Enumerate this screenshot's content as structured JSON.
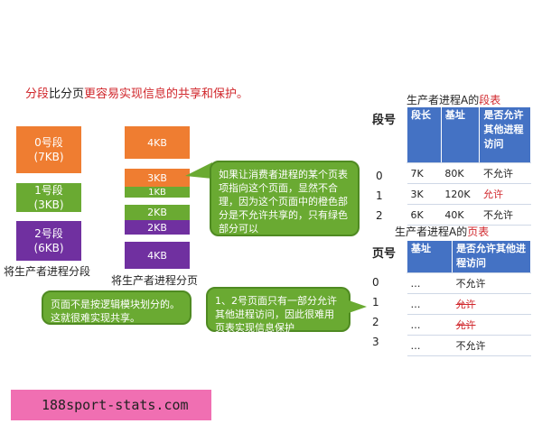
{
  "headline": {
    "part1": "分段",
    "part2": "比分页",
    "part3": "更容易实现信息的共享和保护。"
  },
  "segments": [
    {
      "name": "0号段",
      "size": "(7KB)",
      "color": "#ef7d31"
    },
    {
      "name": "1号段",
      "size": "(3KB)",
      "color": "#6aaa32"
    },
    {
      "name": "2号段",
      "size": "(6KB)",
      "color": "#7030a0"
    }
  ],
  "segments_caption": "将生产者进程分段",
  "pages": [
    {
      "label": "4KB",
      "color": "#ef7d31"
    },
    {
      "label": "3KB",
      "color": "#ef7d31"
    },
    {
      "label": "1KB",
      "color": "#6aaa32"
    },
    {
      "label": "2KB",
      "color": "#6aaa32"
    },
    {
      "label": "2KB",
      "color": "#7030a0"
    },
    {
      "label": "4KB",
      "color": "#7030a0"
    }
  ],
  "pages_caption": "将生产者进程分页",
  "bubble_main": "如果让消费者进程的某个页表项指向这个页面，显然不合理，因为这个页面中的橙色部分是不允许共享的，只有绿色部分可以",
  "bubble_left": "页面不是按逻辑模块划分的。这就很难实现共享。",
  "bubble_bottom": "1、2号页面只有一部分允许其他进程访问，因此很难用页表实现信息保护",
  "segment_table": {
    "title_prefix": "生产者进程A的",
    "title_red": "段表",
    "row_header": "段号",
    "headers": [
      "段长",
      "基址",
      "是否允许其他进程访问"
    ],
    "row_labels": [
      "0",
      "1",
      "2"
    ],
    "rows": [
      [
        "7K",
        "80K",
        "不允许"
      ],
      [
        "3K",
        "120K",
        "允许"
      ],
      [
        "6K",
        "40K",
        "不允许"
      ]
    ]
  },
  "page_table": {
    "title_prefix": "生产者进程A的",
    "title_red": "页表",
    "row_header": "页号",
    "headers": [
      "基址",
      "是否允许其他进程访问"
    ],
    "row_labels": [
      "0",
      "1",
      "2",
      "3"
    ],
    "rows": [
      [
        "…",
        "不允许"
      ],
      [
        "…",
        "允许"
      ],
      [
        "…",
        "允许"
      ],
      [
        "…",
        "不允许"
      ]
    ]
  },
  "watermark": "188sport-stats.com"
}
